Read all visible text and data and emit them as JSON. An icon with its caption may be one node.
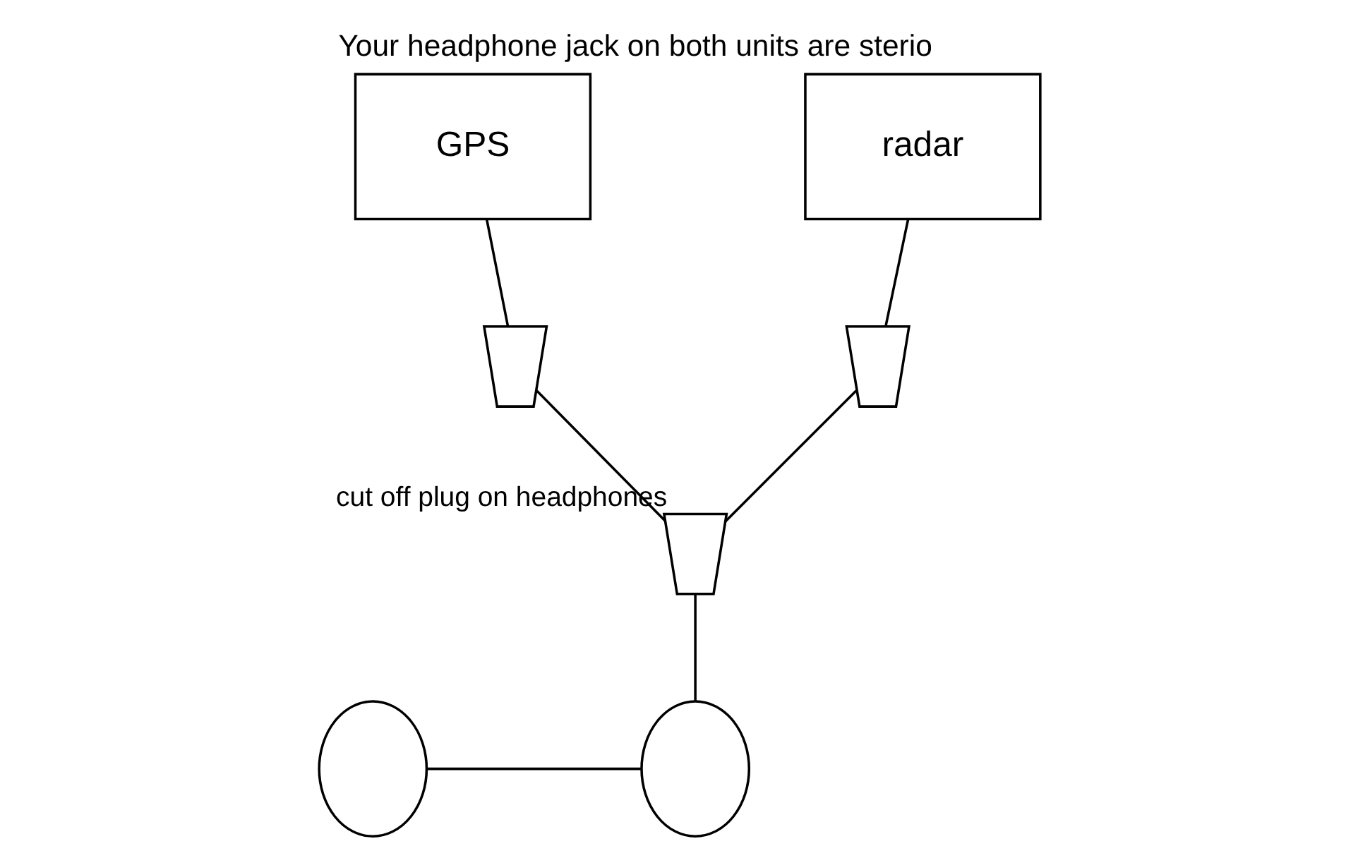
{
  "diagram": {
    "title": "Your headphone jack on both units are sterio",
    "nodes": [
      {
        "text": [
          "GPS"
        ]
      },
      {
        "text": [
          "radar"
        ]
      },
      {
        "text": [],
        "shape": "plug"
      },
      {
        "text": [],
        "shape": "plug"
      },
      {
        "text": [],
        "shape": "plug",
        "beside": [
          "cut off plug on headphones"
        ]
      },
      {
        "text": [],
        "shape": "circle"
      },
      {
        "text": [],
        "shape": "circle"
      }
    ],
    "edges": [
      {
        "from": 0,
        "to": 2,
        "arrow": "none"
      },
      {
        "from": 1,
        "to": 3,
        "arrow": "none"
      },
      {
        "from": 2,
        "to": 4,
        "arrow": "none"
      },
      {
        "from": 3,
        "to": 4,
        "arrow": "none"
      },
      {
        "from": 4,
        "to": 6,
        "arrow": "none"
      },
      {
        "from": 5,
        "to": 6,
        "arrow": "none"
      }
    ]
  }
}
